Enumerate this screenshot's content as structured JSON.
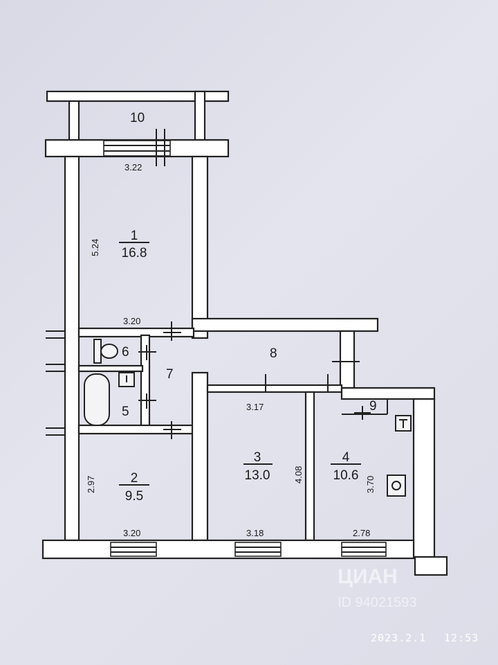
{
  "rooms": [
    {
      "number": "1",
      "area": "16.8"
    },
    {
      "number": "2",
      "area": "9.5"
    },
    {
      "number": "3",
      "area": "13.0"
    },
    {
      "number": "4",
      "area": "10.6"
    },
    {
      "number": "5"
    },
    {
      "number": "6"
    },
    {
      "number": "7"
    },
    {
      "number": "8"
    },
    {
      "number": "9"
    },
    {
      "number": "10"
    }
  ],
  "dimensions": {
    "balcony_width": "3.22",
    "room1_length": "5.24",
    "room1_bottom_width": "3.20",
    "room2_length": "2.97",
    "room2_width": "3.20",
    "room3_top_width": "3.17",
    "room3_length": "4.08",
    "room3_width": "3.18",
    "room4_length": "3.70",
    "room4_width": "2.78"
  },
  "watermark": {
    "brand": "ЦИАН",
    "id": "ID 94021593"
  },
  "timestamp": {
    "date": "2023.2.1",
    "time": "12:53"
  }
}
